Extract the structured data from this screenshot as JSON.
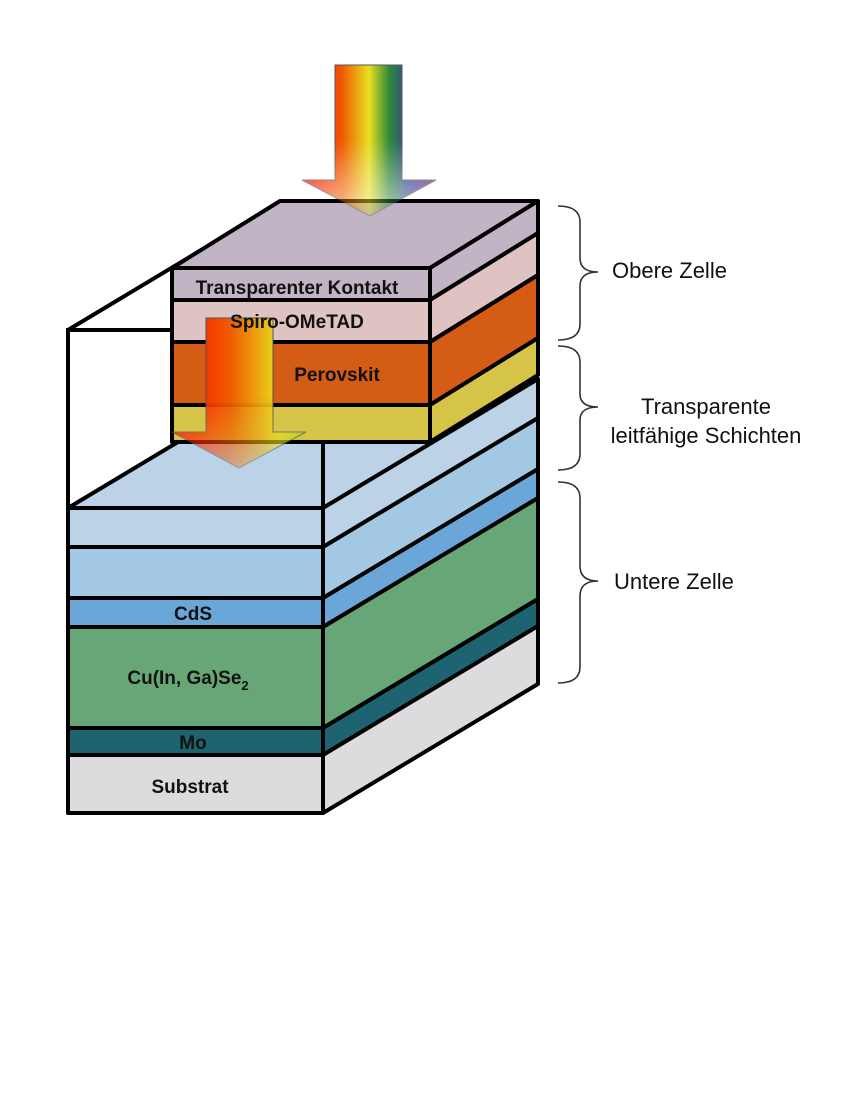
{
  "layers_upper": [
    {
      "label": "Transparenter Kontakt",
      "color": "#c1b5c5"
    },
    {
      "label": "Spiro-OMeTAD",
      "color": "#dfc3c3"
    },
    {
      "label": "Perovskit",
      "color": "#d45c15"
    },
    {
      "label": "",
      "color": "#d6c448"
    }
  ],
  "layers_lower": [
    {
      "label": "",
      "color": "#bcd2e6"
    },
    {
      "label": "",
      "color": "#a3c8e4"
    },
    {
      "label": "CdS",
      "color": "#6aa7d8"
    },
    {
      "label": "Cu(In, Ga)Se",
      "sub": "2",
      "color": "#67a676"
    },
    {
      "label": "Mo",
      "color": "#1d6370"
    },
    {
      "label": "Substrat",
      "color": "#dcdcde"
    }
  ],
  "annotations": {
    "top": "Obere Zelle",
    "middle_line1": "Transparente",
    "middle_line2": "leitfähige Schichten",
    "bottom": "Untere Zelle"
  }
}
